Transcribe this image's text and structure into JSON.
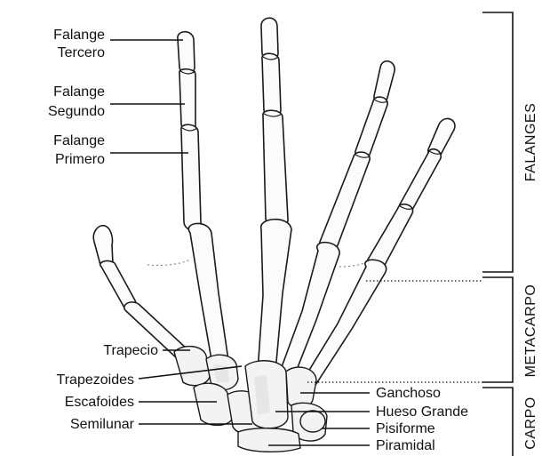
{
  "labels": {
    "falange_tercero": [
      "Falange",
      "Tercero"
    ],
    "falange_segundo": [
      "Falange",
      "Segundo"
    ],
    "falange_primero": [
      "Falange",
      "Primero"
    ],
    "trapecio": "Trapecio",
    "trapezoides": "Trapezoides",
    "escafoides": "Escafoides",
    "semilunar": "Semilunar",
    "ganchoso": "Ganchoso",
    "hueso_grande": "Hueso Grande",
    "pisiforme": "Pisiforme",
    "piramidal": "Piramidal"
  },
  "sections": {
    "falanges": "FALANGES",
    "metacarpo": "METACARPO",
    "carpo": "CARPO"
  },
  "colors": {
    "ink": "#111111",
    "bone_fill": "#fbfbfb",
    "background": "#ffffff"
  }
}
